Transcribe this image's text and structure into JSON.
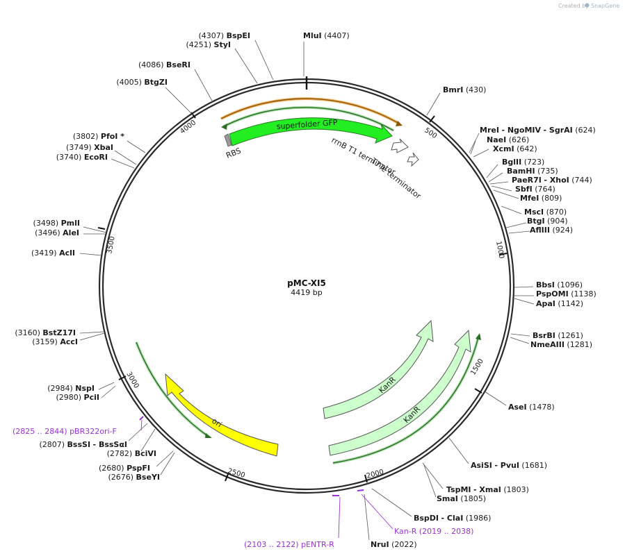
{
  "credit": {
    "prefix": "Created by",
    "brand": "SnapGene"
  },
  "plasmid": {
    "name": "pMC-XI5",
    "length": "4419 bp"
  },
  "ticks": [
    "500",
    "1000",
    "1500",
    "2000",
    "2500",
    "3000",
    "3500",
    "4000"
  ],
  "features": {
    "sfgfp": "superfolder GFP",
    "rbs": "RBS",
    "rrnb": "rrnB T1 terminator",
    "t7te": "T7Te terminator",
    "kanr1": "KanR",
    "kanr2": "KanR",
    "ori": "ori"
  },
  "sites": [
    {
      "pos": "(4307)",
      "name": "BspEI"
    },
    {
      "pos": "(4251)",
      "name": "StyI"
    },
    {
      "pos": "(4086)",
      "name": "BseRI"
    },
    {
      "pos": "(4005)",
      "name": "BtgZI"
    },
    {
      "pos": "(3802)",
      "name": "PfoI *"
    },
    {
      "pos": "(3749)",
      "name": "XbaI"
    },
    {
      "pos": "(3740)",
      "name": "EcoRI"
    },
    {
      "pos": "(3498)",
      "name": "PmlI"
    },
    {
      "pos": "(3496)",
      "name": "AleI"
    },
    {
      "pos": "(3419)",
      "name": "AclI"
    },
    {
      "pos": "(3160)",
      "name": "BstZ17I"
    },
    {
      "pos": "(3159)",
      "name": "AccI"
    },
    {
      "pos": "(2984)",
      "name": "NspI"
    },
    {
      "pos": "(2980)",
      "name": "PciI"
    },
    {
      "pos": "(2807)",
      "name": "BssSI",
      "name2": "- BssSαI"
    },
    {
      "pos": "(2782)",
      "name": "BciVI"
    },
    {
      "pos": "(2680)",
      "name": "PspFI"
    },
    {
      "pos": "(2676)",
      "name": "BseYI"
    },
    {
      "name": "MluI",
      "pos": "(4407)"
    },
    {
      "name": "BmrI",
      "pos": "(430)"
    },
    {
      "name": "MreI",
      "name2": "- NgoMIV",
      "name3": "- SgrAI",
      "pos": "(624)"
    },
    {
      "name": "NaeI",
      "pos": "(626)"
    },
    {
      "name": "XcmI",
      "pos": "(642)"
    },
    {
      "name": "BglII",
      "pos": "(723)"
    },
    {
      "name": "BamHI",
      "pos": "(735)"
    },
    {
      "name": "PaeR7I",
      "name2": "- XhoI",
      "pos": "(744)"
    },
    {
      "name": "SbfI",
      "pos": "(764)"
    },
    {
      "name": "MfeI",
      "pos": "(809)"
    },
    {
      "name": "MscI",
      "pos": "(870)"
    },
    {
      "name": "BtgI",
      "pos": "(904)"
    },
    {
      "name": "AflIII",
      "pos": "(924)"
    },
    {
      "name": "BbsI",
      "pos": "(1096)"
    },
    {
      "name": "PspOMI",
      "pos": "(1138)"
    },
    {
      "name": "ApaI",
      "pos": "(1142)"
    },
    {
      "name": "BsrBI",
      "pos": "(1261)"
    },
    {
      "name": "NmeAIII",
      "pos": "(1281)"
    },
    {
      "name": "AseI",
      "pos": "(1478)"
    },
    {
      "name": "AsiSI",
      "name2": "- PvuI",
      "pos": "(1681)"
    },
    {
      "name": "TspMI",
      "name2": "- XmaI",
      "pos": "(1803)"
    },
    {
      "name": "SmaI",
      "pos": "(1805)"
    },
    {
      "name": "BspDI",
      "name2": "- ClaI",
      "pos": "(1986)"
    },
    {
      "name": "NruI",
      "pos": "(2022)"
    }
  ],
  "primers": [
    {
      "range": "(2825 .. 2844)",
      "name": "pBR322ori-F"
    },
    {
      "range": "(2019 .. 2038)",
      "name": "Kan-R"
    },
    {
      "range": "(2103 .. 2122)",
      "name": "pENTR-R"
    }
  ],
  "colors": {
    "backbone": "#2a2a2a",
    "sfgfp": "#22ee22",
    "kanr": "#ccffcc",
    "ori": "#ffff00",
    "primer": "#9b30d9",
    "orange_strand": "#f0a030"
  }
}
